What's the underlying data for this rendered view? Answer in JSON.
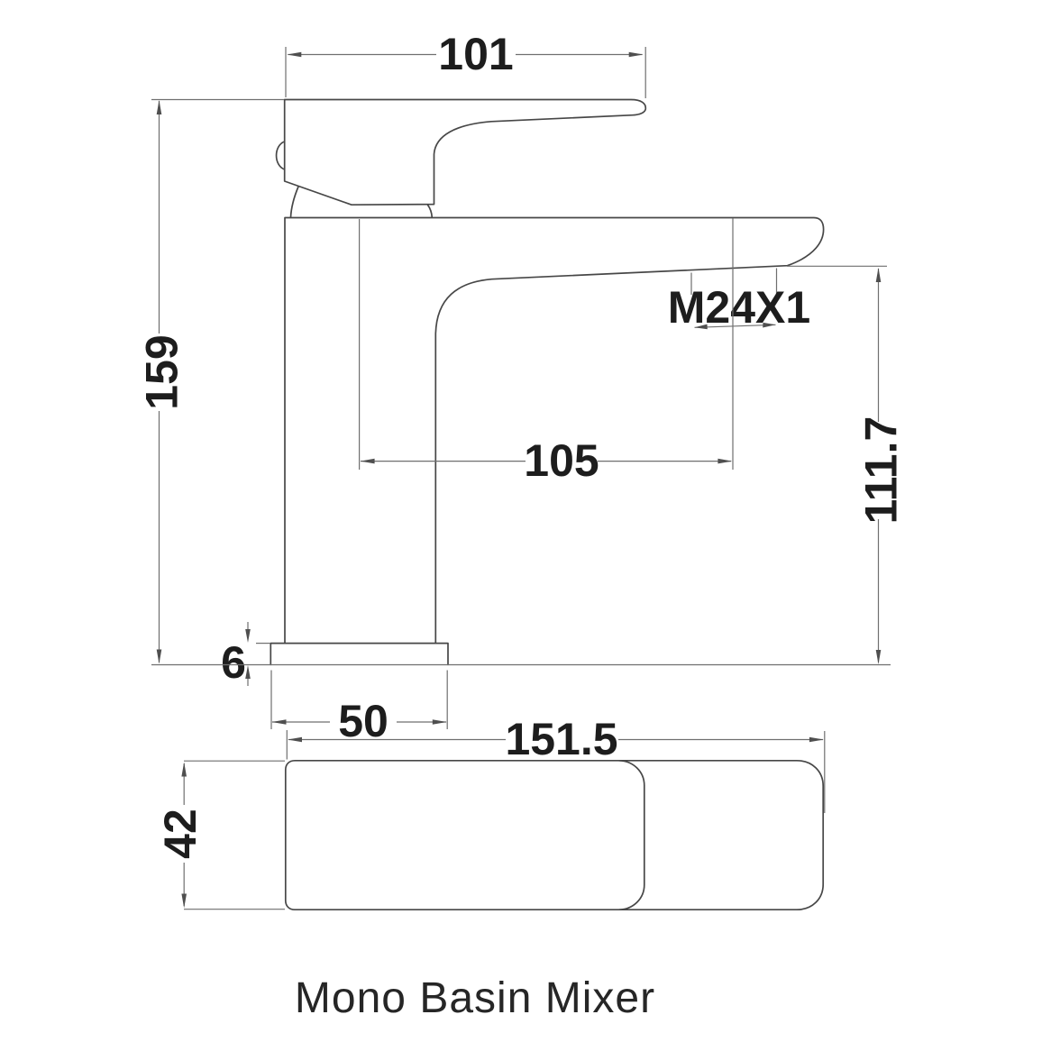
{
  "drawing": {
    "caption": "Mono Basin Mixer",
    "dimensions": {
      "handle_length": "101",
      "overall_height": "159",
      "spout_thread": "M24X1",
      "spout_reach_center": "105",
      "spout_outlet_height": "111.7",
      "base_plate_thickness": "6",
      "base_plate_width": "50",
      "overall_projection": "151.5",
      "body_depth": "42"
    },
    "colors": {
      "background": "#ffffff",
      "outline": "#474747",
      "dimension_line": "#6f6f6f",
      "label_text": "#1d1d1d"
    }
  }
}
